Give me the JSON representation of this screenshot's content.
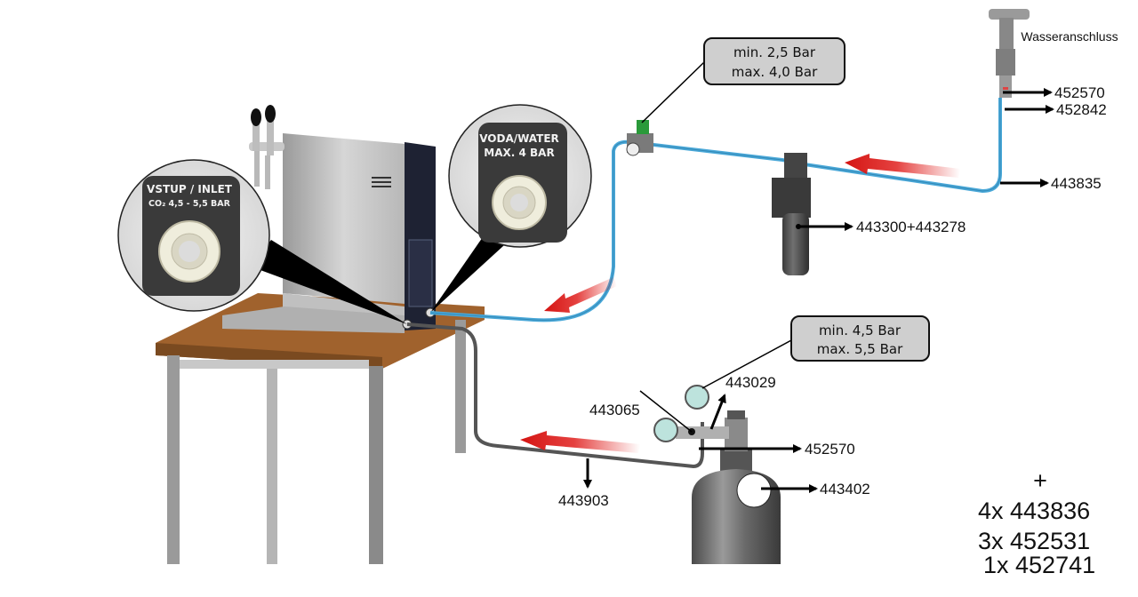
{
  "diagram": {
    "title": "Water cooler / soda dispenser installation diagram",
    "colors": {
      "water_line": "#4aa8d8",
      "co2_line": "#555555",
      "flow_arrow": "#e0201e",
      "callout_fill": "#cfcfcf",
      "plate_dark": "#3a3a3a",
      "table_top": "#a0622d"
    },
    "magnifier_inlet": {
      "line1": "VSTUP / INLET",
      "line2": "CO₂ 4,5 - 5,5 BAR"
    },
    "magnifier_water": {
      "line1": "VODA/WATER",
      "line2": "MAX. 4 BAR"
    },
    "water_pressure_box": {
      "line1": "min. 2,5 Bar",
      "line2": "max. 4,0 Bar"
    },
    "co2_pressure_box": {
      "line1": "min. 4,5 Bar",
      "line2": "max. 5,5 Bar"
    },
    "water_connection_label": "Wasseranschluss",
    "part_labels": {
      "valve_1": "452570",
      "valve_2": "452842",
      "water_hose": "443835",
      "filter": "443300+443278",
      "reducer_gauge": "443029",
      "reducer": "443065",
      "bottle_seal": "452570",
      "co2_bottle": "443402",
      "co2_hose": "443903"
    },
    "accessories": {
      "plus": "+",
      "items": [
        "4x 443836",
        "3x 452531",
        "1x 452741"
      ]
    }
  }
}
